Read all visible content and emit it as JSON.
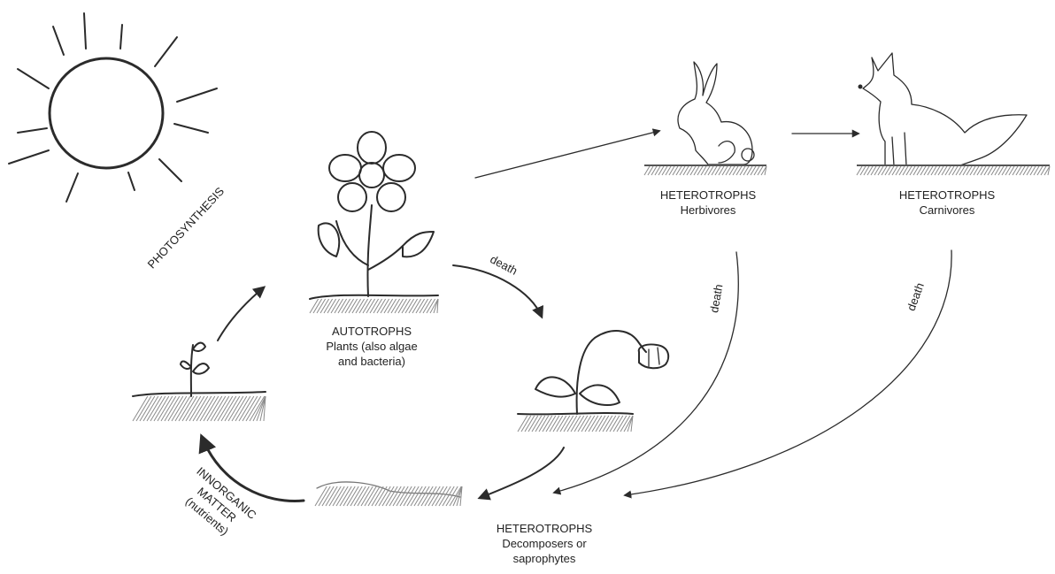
{
  "labels": {
    "photosynthesis": "PHOTOSYNTHESIS",
    "autotrophs": {
      "line1": "AUTOTROPHS",
      "line2": "Plants (also algae",
      "line3": "and bacteria)"
    },
    "herbivores": {
      "line1": "HETEROTROPHS",
      "line2": "Herbivores"
    },
    "carnivores": {
      "line1": "HETEROTROPHS",
      "line2": "Carnivores"
    },
    "decomposers": {
      "line1": "HETEROTROPHS",
      "line2": "Decomposers or",
      "line3": "saprophytes"
    },
    "inorganic": {
      "line1": "INNORGANIC",
      "line2": "MATTER",
      "line3": "(nutrients)"
    },
    "death_plant": "death",
    "death_herbivore": "death",
    "death_carnivore": "death"
  },
  "icons": [
    "sun-icon",
    "flower-icon",
    "rabbit-icon",
    "fox-icon",
    "wilted-plant-icon",
    "sprout-icon",
    "soil-icon"
  ]
}
